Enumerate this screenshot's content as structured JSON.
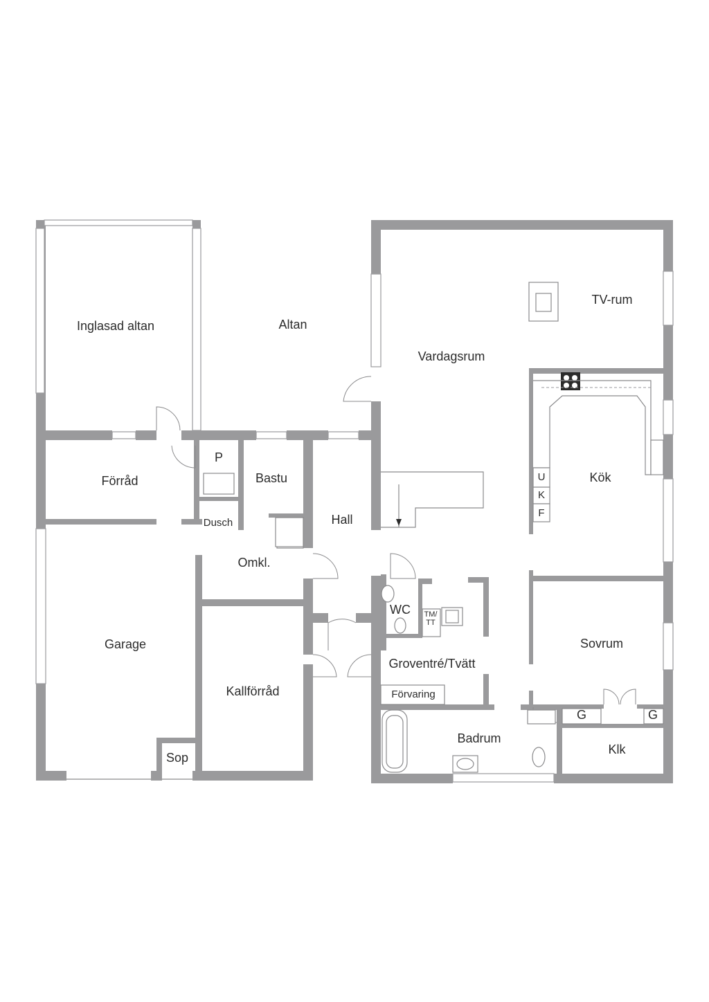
{
  "rooms": {
    "inglasad_altan": "Inglasad altan",
    "altan": "Altan",
    "vardagsrum": "Vardagsrum",
    "tv_rum": "TV-rum",
    "forrad": "Förråd",
    "p": "P",
    "bastu": "Bastu",
    "dusch": "Dusch",
    "hall": "Hall",
    "kok": "Kök",
    "omkl": "Omkl.",
    "wc": "WC",
    "tm_tt_top": "TM/",
    "tm_tt_bottom": "TT",
    "garage": "Garage",
    "groventre": "Groventré/Tvätt",
    "sovrum": "Sovrum",
    "kallforrad": "Kallförråd",
    "forvaring": "Förvaring",
    "badrum": "Badrum",
    "klk": "Klk",
    "sop": "Sop",
    "g1": "G",
    "g2": "G"
  },
  "appliances": {
    "u": "U",
    "k": "K",
    "f": "F"
  },
  "colors": {
    "wall": "#9a9a9c",
    "text": "#2b2b2b",
    "background": "#ffffff"
  }
}
